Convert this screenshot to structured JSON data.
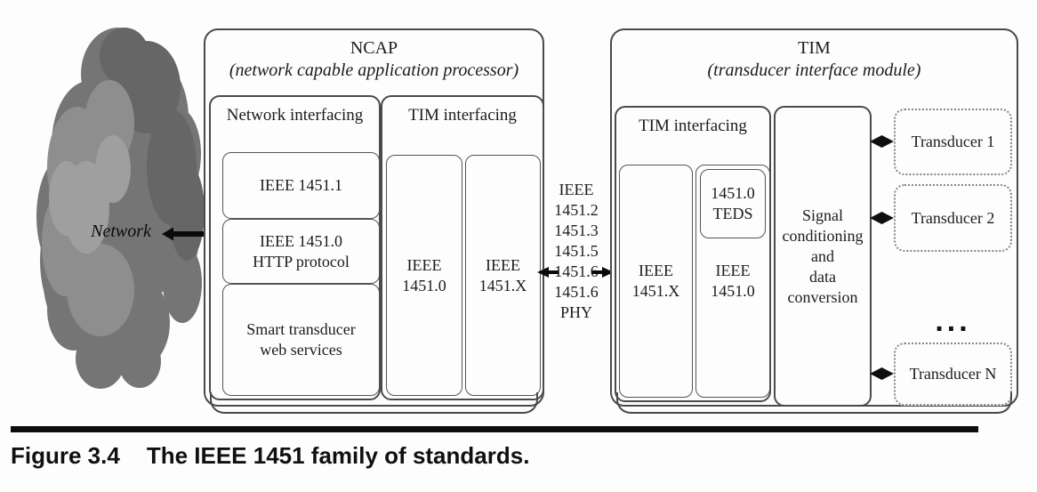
{
  "network": {
    "label": "Network"
  },
  "ncap": {
    "title": "NCAP",
    "subtitle": "(network capable application processor)",
    "network_interfacing": {
      "header": "Network interfacing",
      "items": [
        "IEEE 1451.1",
        "IEEE 1451.0\nHTTP protocol",
        "Smart transducer\nweb services"
      ]
    },
    "tim_interfacing": {
      "header": "TIM interfacing",
      "columns": [
        "IEEE\n1451.0",
        "IEEE\n1451.X"
      ]
    }
  },
  "link": {
    "standards": "IEEE\n1451.2\n1451.3\n1451.5\n1451.6\n1451.6\nPHY"
  },
  "tim": {
    "title": "TIM",
    "subtitle": "(transducer interface module)",
    "tim_interfacing": {
      "header": "TIM interfacing",
      "columns": [
        "IEEE\n1451.X",
        "IEEE\n1451.0"
      ],
      "teds": "1451.0\nTEDS"
    },
    "signal_conditioning": "Signal\nconditioning\nand\ndata\nconversion",
    "transducers": [
      "Transducer 1",
      "Transducer 2",
      "Transducer N"
    ],
    "ellipsis": "..."
  },
  "caption": {
    "label": "Figure 3.4",
    "text": "The IEEE 1451 family of standards."
  },
  "colors": {
    "box_border": "#4a4a4a",
    "cloud_gray": "#757575",
    "text": "#1c1c1c"
  }
}
